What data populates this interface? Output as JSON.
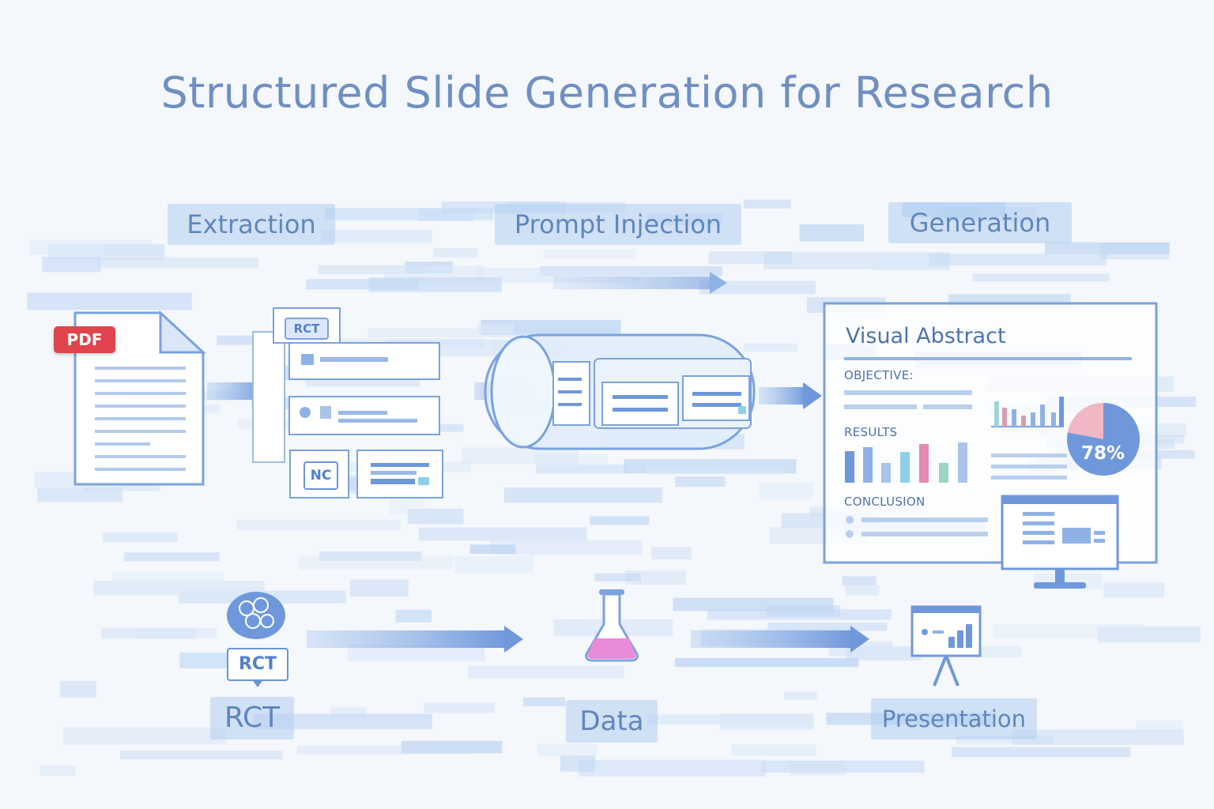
{
  "title": "Structured Slide Generation for Research",
  "stages": {
    "extraction": "Extraction",
    "prompt_injection": "Prompt Injection",
    "generation": "Generation"
  },
  "extraction_panel": {
    "pdf_badge": "PDF",
    "rct_tag": "RCT",
    "nc_tag": "NC"
  },
  "visual_abstract": {
    "title": "Visual Abstract",
    "objective": "OBJECTIVE:",
    "results": "RESULTS",
    "conclusion": "CONCLUSION",
    "pie_percent": "78%",
    "pie_value": 0.78
  },
  "bottom_flow": {
    "rct_badge": "RCT",
    "rct_label": "RCT",
    "data_label": "Data",
    "presentation_label": "Presentation"
  },
  "colors": {
    "accent": "#6f98dc",
    "title": "#6f8fc2",
    "pdf_red": "#e0454d",
    "flask_pink": "#e98bd8"
  },
  "icons": [
    "document-icon",
    "dna-icon",
    "flask-icon",
    "presentation-board-icon",
    "monitor-icon",
    "pie-chart-icon"
  ]
}
